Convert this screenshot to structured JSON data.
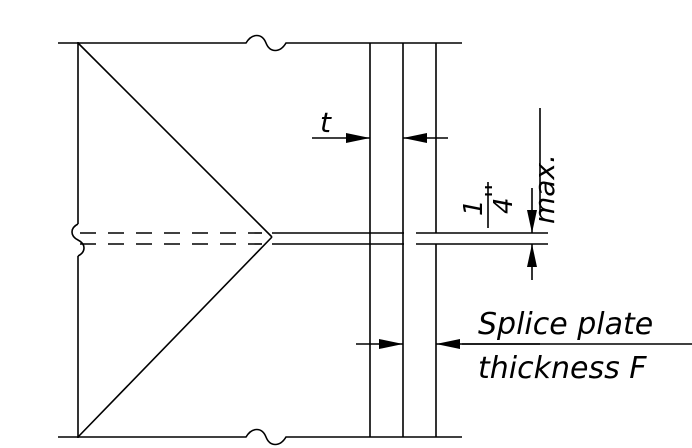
{
  "labels": {
    "t": "t",
    "quarter_inch": "1/4\"",
    "quarter_numerator": "1",
    "quarter_denominator": "4",
    "quarter_inch_marks": "''",
    "max": "max.",
    "splice_line1": "Splice plate",
    "splice_line2": "thickness F"
  },
  "colors": {
    "ink": "#000000",
    "paper": "#ffffff"
  }
}
